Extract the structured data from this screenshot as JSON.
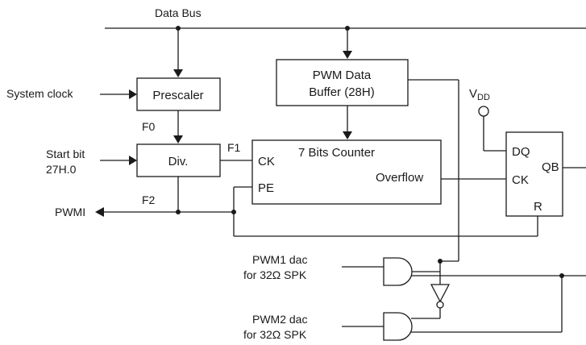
{
  "labels": {
    "data_bus": "Data Bus",
    "system_clock": "System clock",
    "prescaler": "Prescaler",
    "f0": "F0",
    "start_bit_line1": "Start bit",
    "start_bit_line2": "27H.0",
    "div": "Div.",
    "f1": "F1",
    "f2": "F2",
    "pwmi": "PWMI",
    "pwm_buffer_line1": "PWM Data",
    "pwm_buffer_line2": "Buffer (28H)",
    "counter_title": "7 Bits Counter",
    "counter_ck": "CK",
    "counter_pe": "PE",
    "counter_overflow": "Overflow",
    "vdd_v": "V",
    "vdd_sub": "DD",
    "ff_dq": "DQ",
    "ff_ck": "CK",
    "ff_qb": "QB",
    "ff_r": "R",
    "pwm1_line1": "PWM1 dac",
    "pwm1_line2": "for 32Ω SPK",
    "pwm2_line1": "PWM2 dac",
    "pwm2_line2": "for 32Ω SPK"
  },
  "colors": {
    "stroke": "#1a1a1a",
    "background": "#ffffff"
  }
}
